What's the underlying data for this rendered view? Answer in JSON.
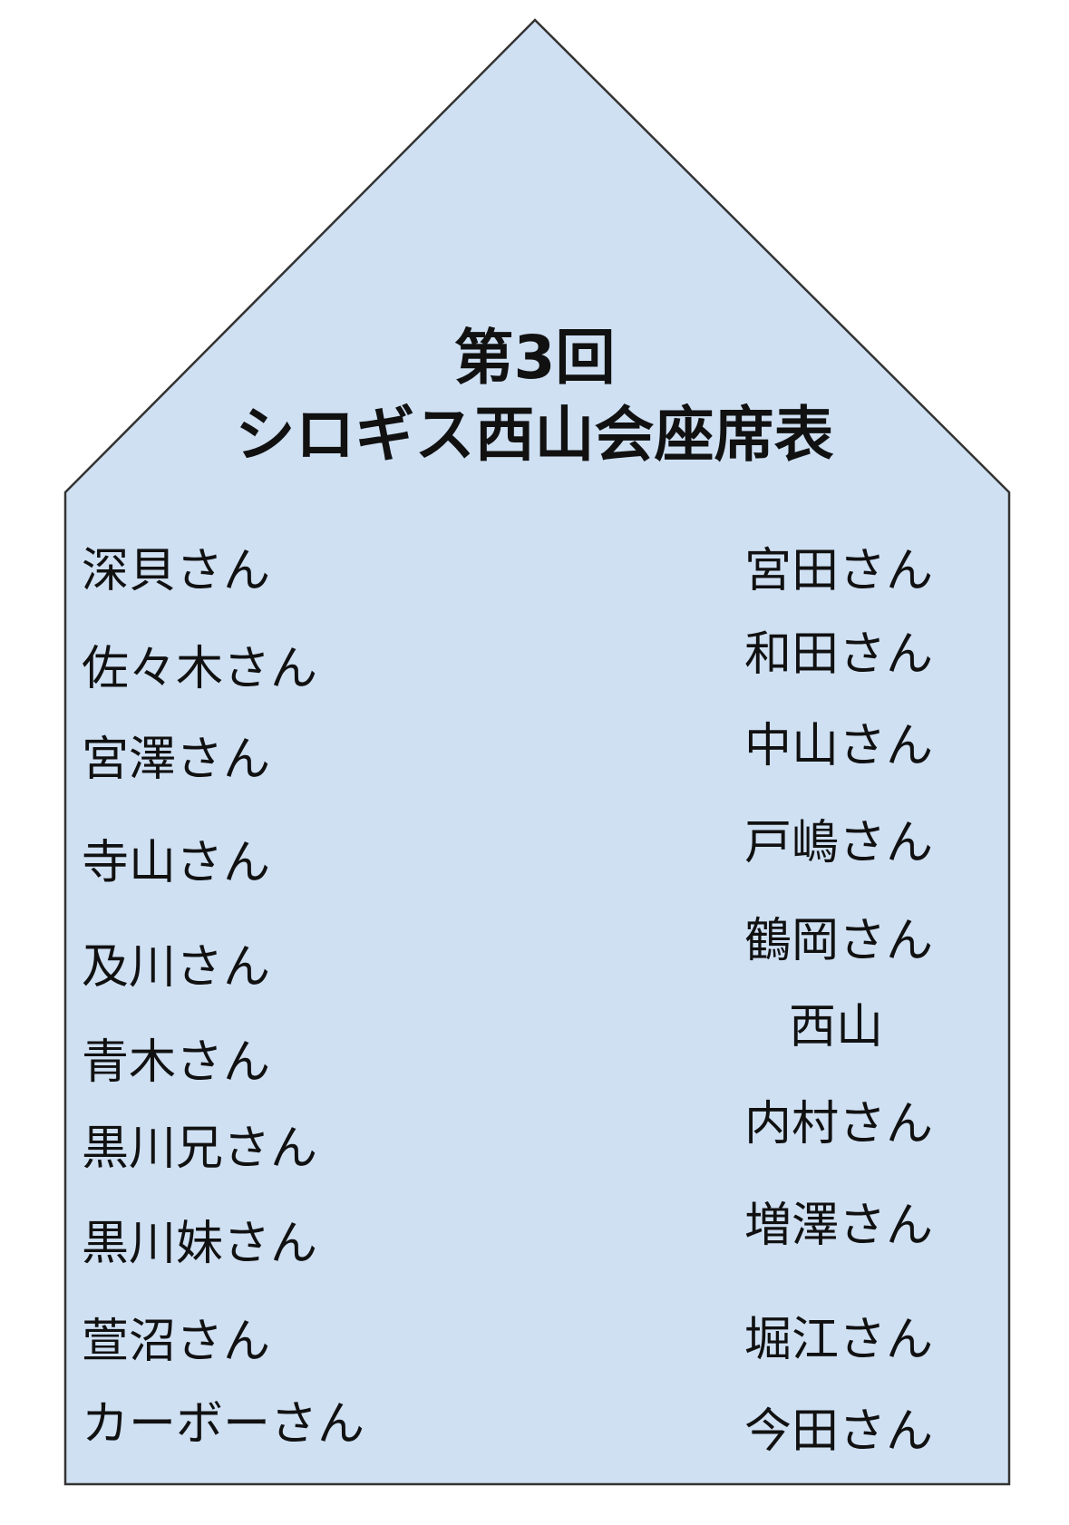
{
  "diagram": {
    "title_line1": "第3回",
    "title_line2": "シロギス西山会座席表",
    "fill_color": "#cfe0f3",
    "stroke_color": "#333333",
    "left_seats": [
      "深貝さん",
      "佐々木さん",
      "宮澤さん",
      "寺山さん",
      "及川さん",
      "青木さん",
      "黒川兄さん",
      "黒川妹さん",
      "萱沼さん",
      "カーボーさん"
    ],
    "right_seats": [
      "宮田さん",
      "和田さん",
      "中山さん",
      "戸嶋さん",
      "鶴岡さん",
      "西山",
      "内村さん",
      "増澤さん",
      "堀江さん",
      "今田さん"
    ]
  }
}
